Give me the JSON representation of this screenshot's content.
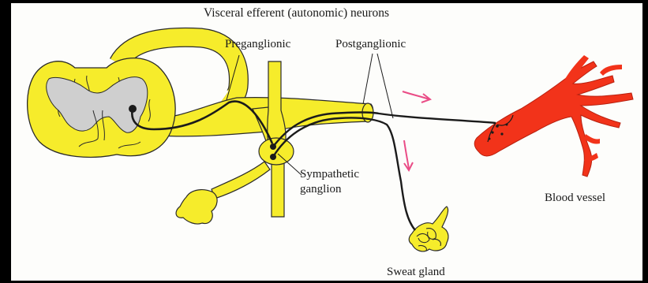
{
  "title": "Visceral efferent (autonomic) neurons",
  "labels": {
    "preganglionic": "Preganglionic",
    "postganglionic": "Postganglionic",
    "sympathetic_line1": "Sympathetic",
    "sympathetic_line2": "ganglion",
    "blood_vessel": "Blood vessel",
    "sweat_gland": "Sweat gland"
  },
  "colors": {
    "nerve_yellow": "#f6ec2b",
    "gray_matter": "#cfcfcf",
    "neuron_black": "#1b1b1b",
    "vessel_red": "#f2331a",
    "arrow_pink": "#ea4c86"
  }
}
